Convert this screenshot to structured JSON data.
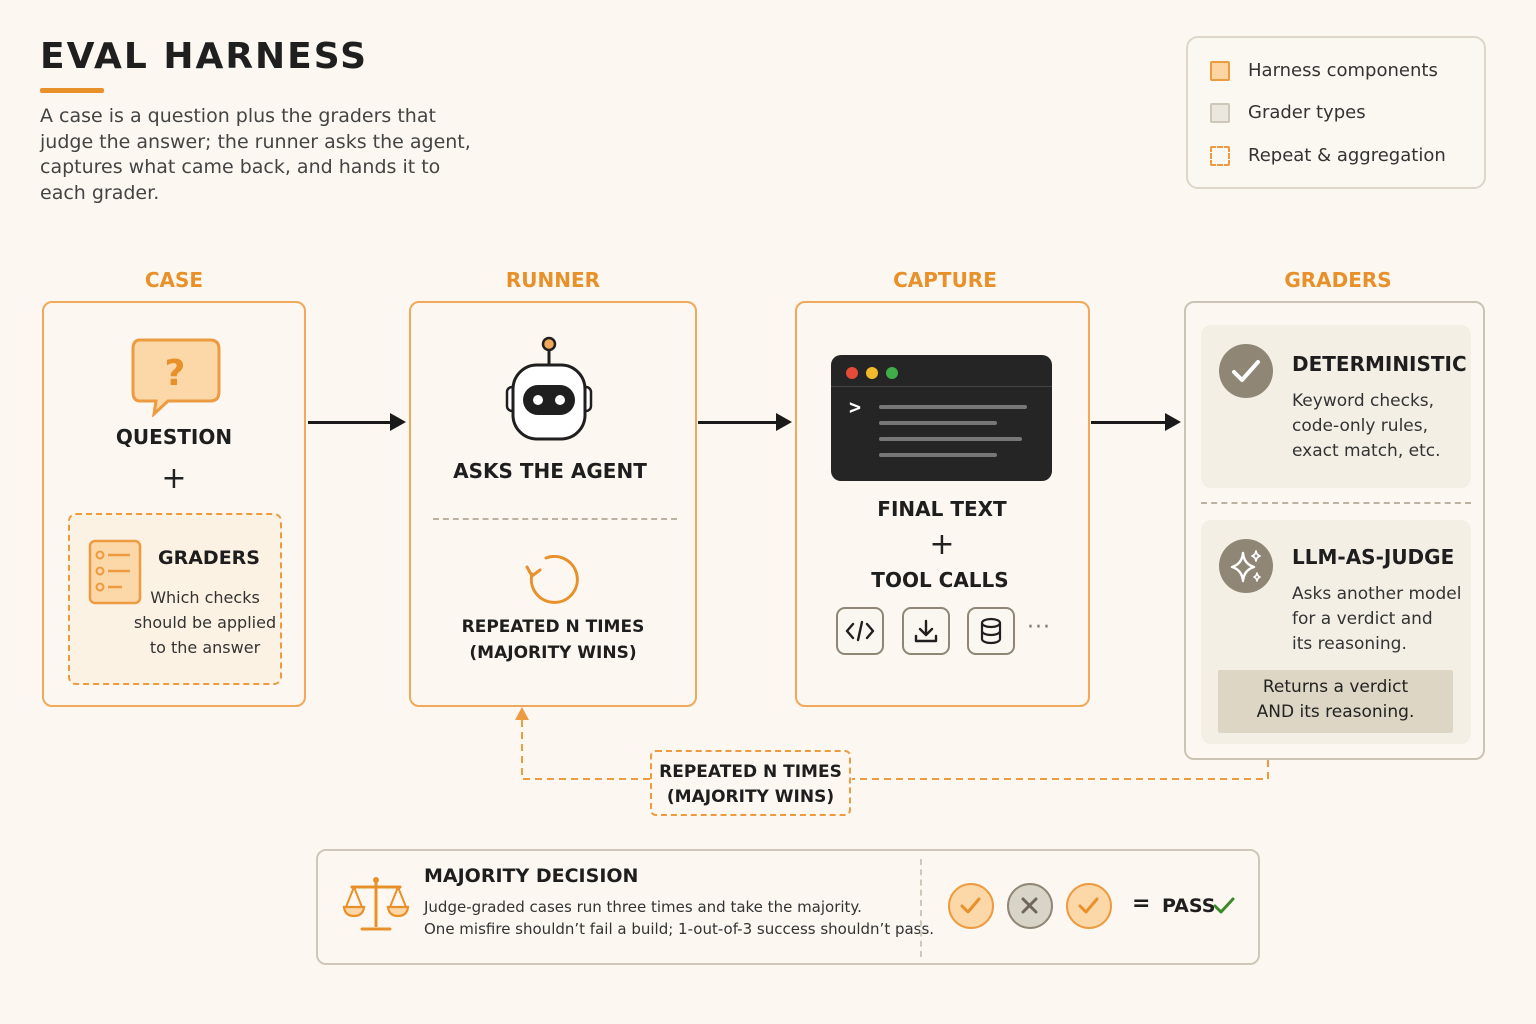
{
  "header": {
    "title": "EVAL HARNESS",
    "intro": "A case is a question plus the graders that judge the answer; the runner asks the agent, captures what came back, and hands it to each grader."
  },
  "legend": {
    "items": [
      {
        "label": "Harness components",
        "style": "orange-fill"
      },
      {
        "label": "Grader types",
        "style": "grey-fill"
      },
      {
        "label": "Repeat & aggregation",
        "style": "orange-dashed"
      }
    ]
  },
  "columns": {
    "case": {
      "label": "CASE",
      "question": "QUESTION",
      "plus": "+",
      "graders_title": "GRADERS",
      "graders_desc": [
        "Which checks",
        "should be applied",
        "to the answer"
      ]
    },
    "runner": {
      "label": "RUNNER",
      "asks": "ASKS THE AGENT",
      "repeat_line1": "REPEATED N TIMES",
      "repeat_line2": "(MAJORITY WINS)"
    },
    "capture": {
      "label": "CAPTURE",
      "final_text": "FINAL TEXT",
      "plus": "+",
      "tool_calls": "TOOL CALLS",
      "prompt_glyph": ">",
      "ellipsis": "···"
    },
    "graders": {
      "label": "GRADERS",
      "deterministic": {
        "title": "DETERMINISTIC",
        "desc": [
          "Keyword checks,",
          "code-only rules,",
          "exact match, etc."
        ]
      },
      "llm": {
        "title": "LLM-AS-JUDGE",
        "desc": [
          "Asks another model",
          "for a verdict and",
          "its reasoning."
        ],
        "note": [
          "Returns a verdict",
          "AND its reasoning."
        ]
      }
    }
  },
  "repeat_loop": {
    "line1": "REPEATED N TIMES",
    "line2": "(MAJORITY WINS)"
  },
  "decision": {
    "title": "MAJORITY DECISION",
    "line1": "Judge-graded cases run three times and take the majority.",
    "line2": "One misfire shouldn’t fail a build; 1-out-of-3 success shouldn’t pass.",
    "votes": [
      "pass",
      "fail",
      "pass"
    ],
    "equals": "=",
    "result": "PASS"
  },
  "colors": {
    "accent": "#e8902a",
    "grey": "#8f8676",
    "background": "#fcf8f1",
    "pass_green": "#3a8a2a"
  }
}
